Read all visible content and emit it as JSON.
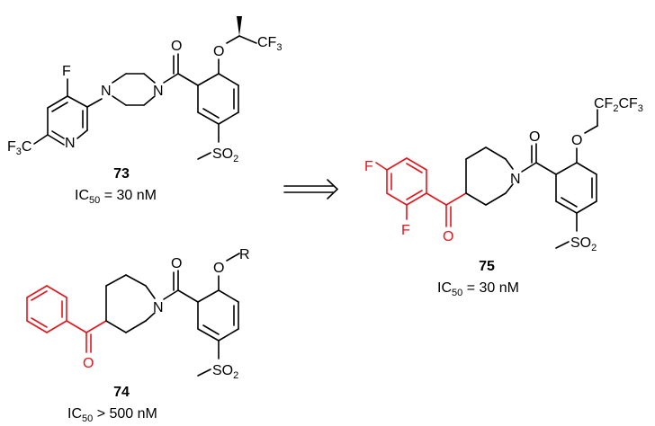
{
  "compounds": [
    {
      "id": "73",
      "ic50_text": "IC50 = 30 nM",
      "ic50_prefix": "IC",
      "ic50_sub": "50",
      "ic50_value": " = 30 nM",
      "atoms": {
        "f": "F",
        "f3c": "F",
        "f3c_sub": "3",
        "f3c_c": "C",
        "n_pyr": "N",
        "n_pip1": "N",
        "n_pip2": "N",
        "o_carbonyl": "O",
        "o_ether": "O",
        "cf3": "CF",
        "cf3_sub": "3",
        "so2": "SO",
        "so2_sub": "2"
      }
    },
    {
      "id": "74",
      "ic50_prefix": "IC",
      "ic50_sub": "50",
      "ic50_value": " > 500 nM",
      "atoms": {
        "o_ether": "O",
        "r": "R",
        "o_carbonyl": "O",
        "n": "N",
        "o_ketone": "O",
        "so2": "SO",
        "so2_sub": "2"
      }
    },
    {
      "id": "75",
      "ic50_prefix": "IC",
      "ic50_sub": "50",
      "ic50_value": " = 30 nM",
      "atoms": {
        "f_top": "F",
        "f_bottom": "F",
        "o_ketone": "O",
        "n": "N",
        "o_carbonyl": "O",
        "o_ether": "O",
        "cf2": "CF",
        "cf2_sub": "2",
        "cf3": "CF",
        "cf3_sub": "3",
        "so2": "SO",
        "so2_sub": "2"
      }
    }
  ],
  "colors": {
    "bond": "#000000",
    "highlight": "#e8141b"
  },
  "arrow": "implies-arrow"
}
